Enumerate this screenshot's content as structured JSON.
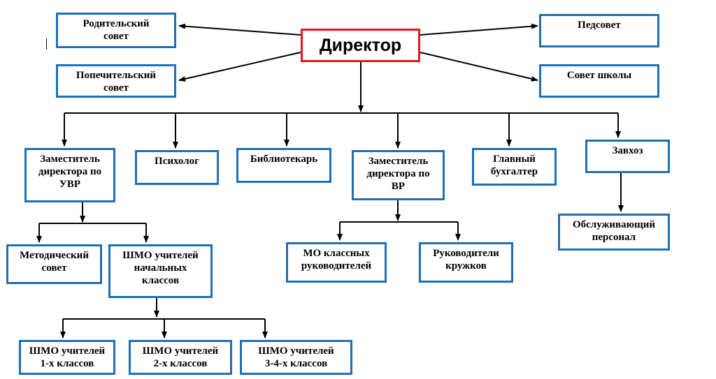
{
  "director": "Директор",
  "boards": {
    "parents": "Родительский\nсовет",
    "trustees": "Попечительский\nсовет",
    "pedsovet": "Педсовет",
    "school_council": "Совет школы"
  },
  "level1": {
    "deputy_uvr": "Заместитель\nдиректора по\nУВР",
    "psychologist": "Психолог",
    "librarian": "Библиотекарь",
    "deputy_vr": "Заместитель\nдиректора по\nВР",
    "chief_accountant": "Главный\nбухгалтер",
    "supply_manager": "Завхоз"
  },
  "level2": {
    "methodical_council": "Методический\nсовет",
    "shmo_primary": "ШМО учителей\nначальных\nклассов",
    "mo_class_teachers": "МО классных\nруководителей",
    "club_leaders": "Руководители\nкружков",
    "service_staff": "Обслуживающий\nперсонал"
  },
  "level3": {
    "shmo_grade1": "ШМО учителей\n1-х классов",
    "shmo_grade2": "ШМО учителей\n2-х классов",
    "shmo_grade34": "ШМО учителей\n3-4-х классов"
  },
  "colors": {
    "box_border": "#1f6fb2",
    "director_border": "#e3171c",
    "connector": "#000000"
  }
}
